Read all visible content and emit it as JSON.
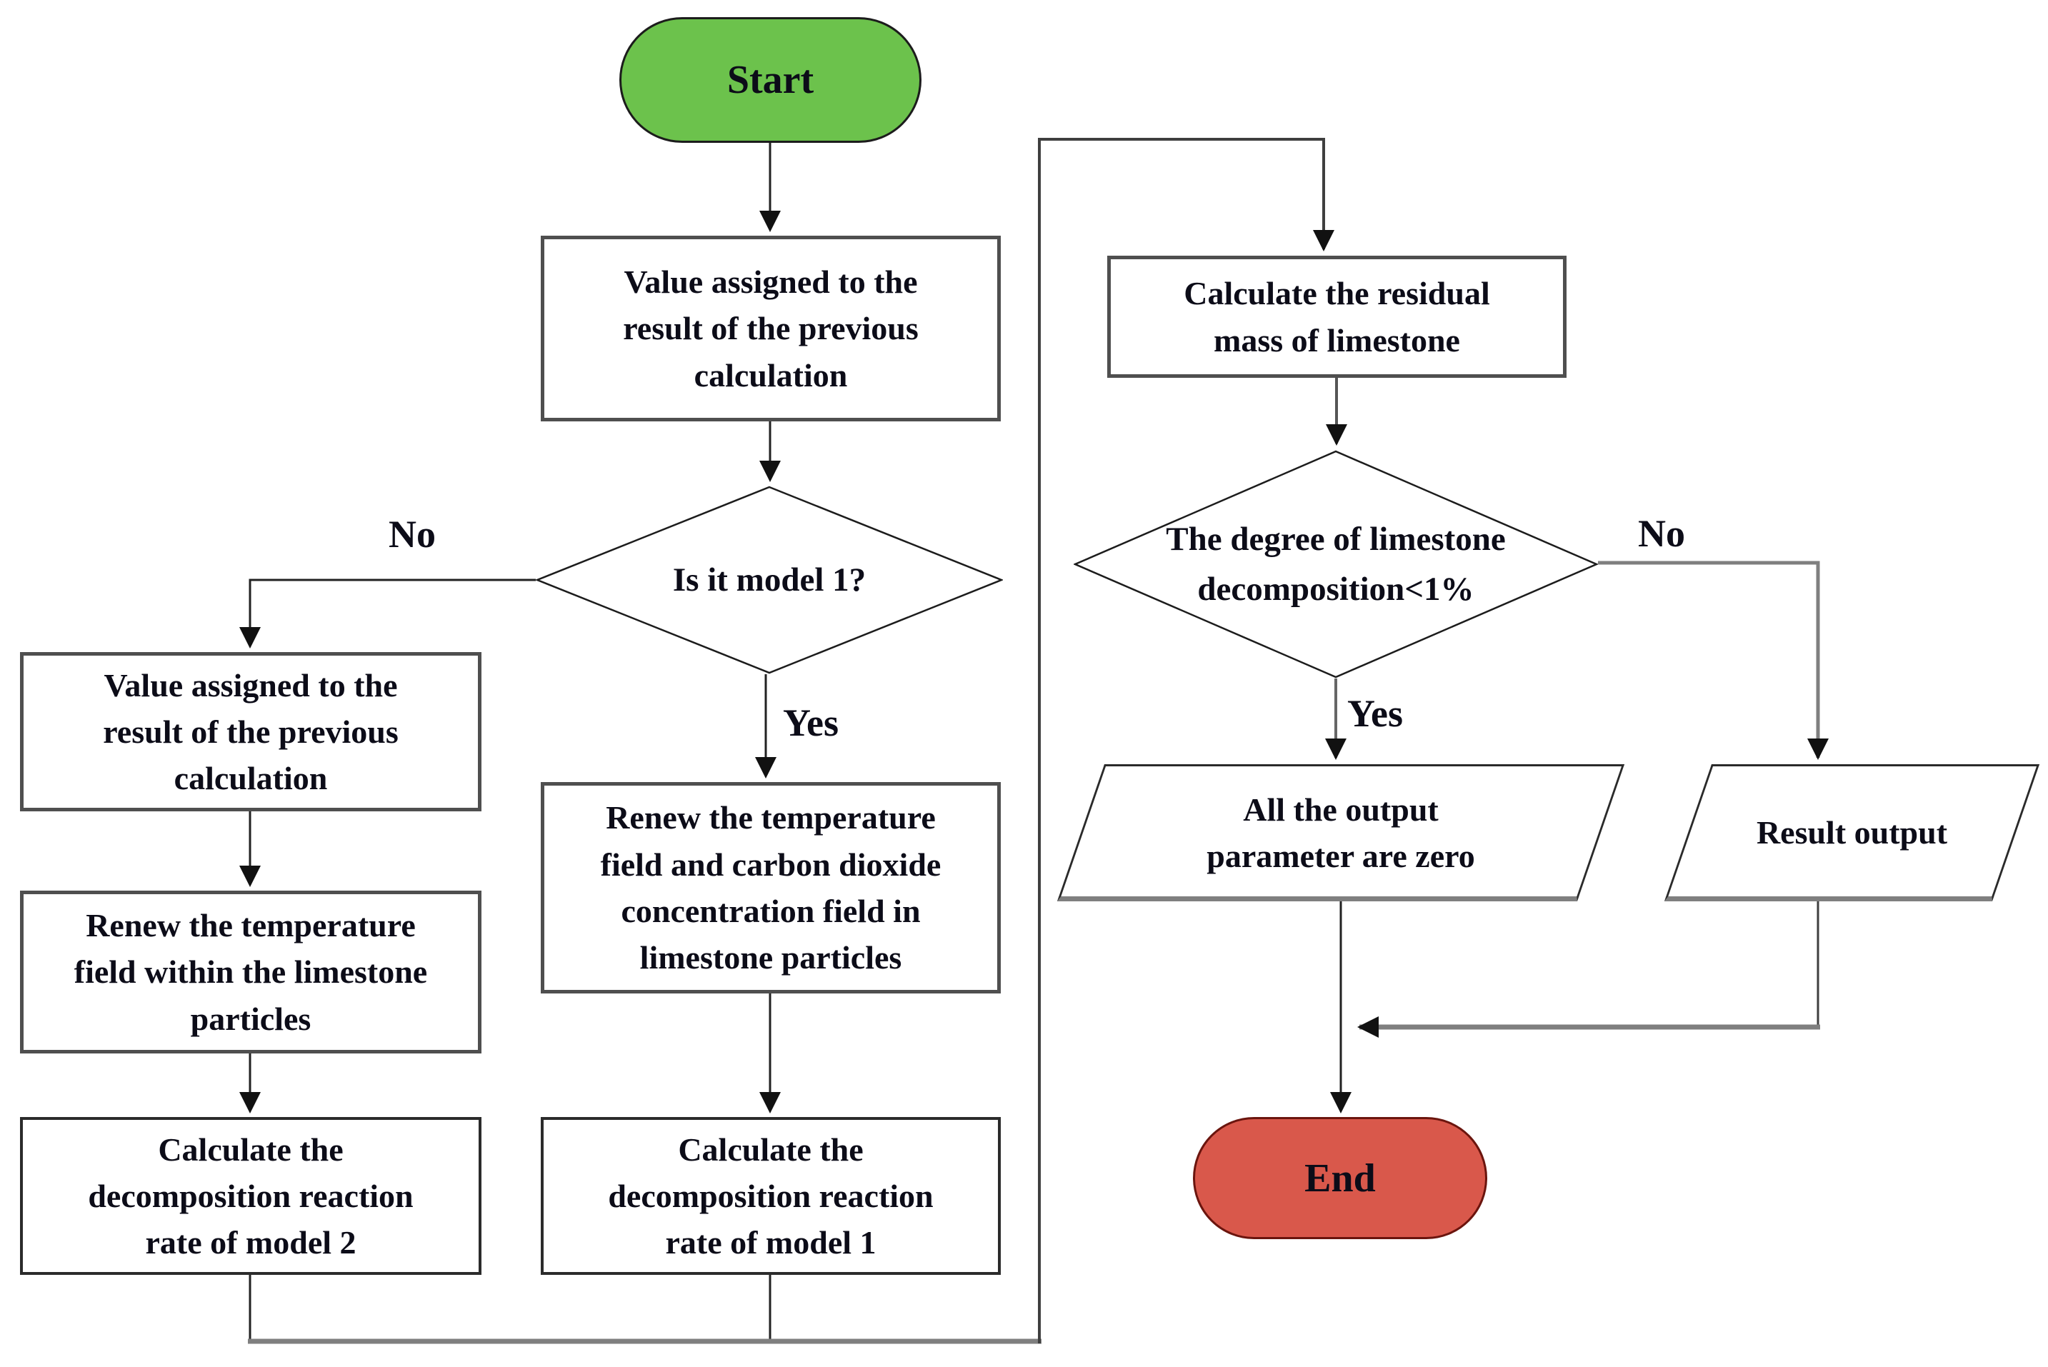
{
  "diagram": {
    "type": "flowchart",
    "colors": {
      "start_fill": "#6cc24c",
      "end_fill": "#d9584b",
      "box_border_gray": "#4f4f4f",
      "line_gray": "#7f7f7f",
      "line_dark": "#2e2e2e",
      "text": "#0c0c18"
    }
  },
  "nodes": {
    "start": {
      "label": "Start"
    },
    "assign_top": {
      "text": "Value assigned to the\nresult of the previous\ncalculation"
    },
    "decision_model": {
      "text": "Is it model 1?"
    },
    "assign_left": {
      "text": "Value assigned to the\nresult of the previous\ncalculation"
    },
    "renew_left": {
      "text": "Renew the temperature\nfield within the limestone\nparticles"
    },
    "calc_model2": {
      "text": "Calculate the\ndecomposition reaction\nrate of model 2"
    },
    "renew_mid": {
      "text": "Renew the temperature\nfield and carbon dioxide\nconcentration field in\nlimestone particles"
    },
    "calc_model1": {
      "text": "Calculate the\ndecomposition reaction\nrate of model 1"
    },
    "residual": {
      "text": "Calculate the residual\nmass of limestone"
    },
    "decision_degree": {
      "text": "The degree of limestone\ndecomposition<1%"
    },
    "output_zero": {
      "text": "All the output\nparameter are zero"
    },
    "result_output": {
      "text": "Result output"
    },
    "end": {
      "label": "End"
    }
  },
  "edge_labels": {
    "no_left": "No",
    "yes_left": "Yes",
    "yes_right": "Yes",
    "no_right": "No"
  }
}
